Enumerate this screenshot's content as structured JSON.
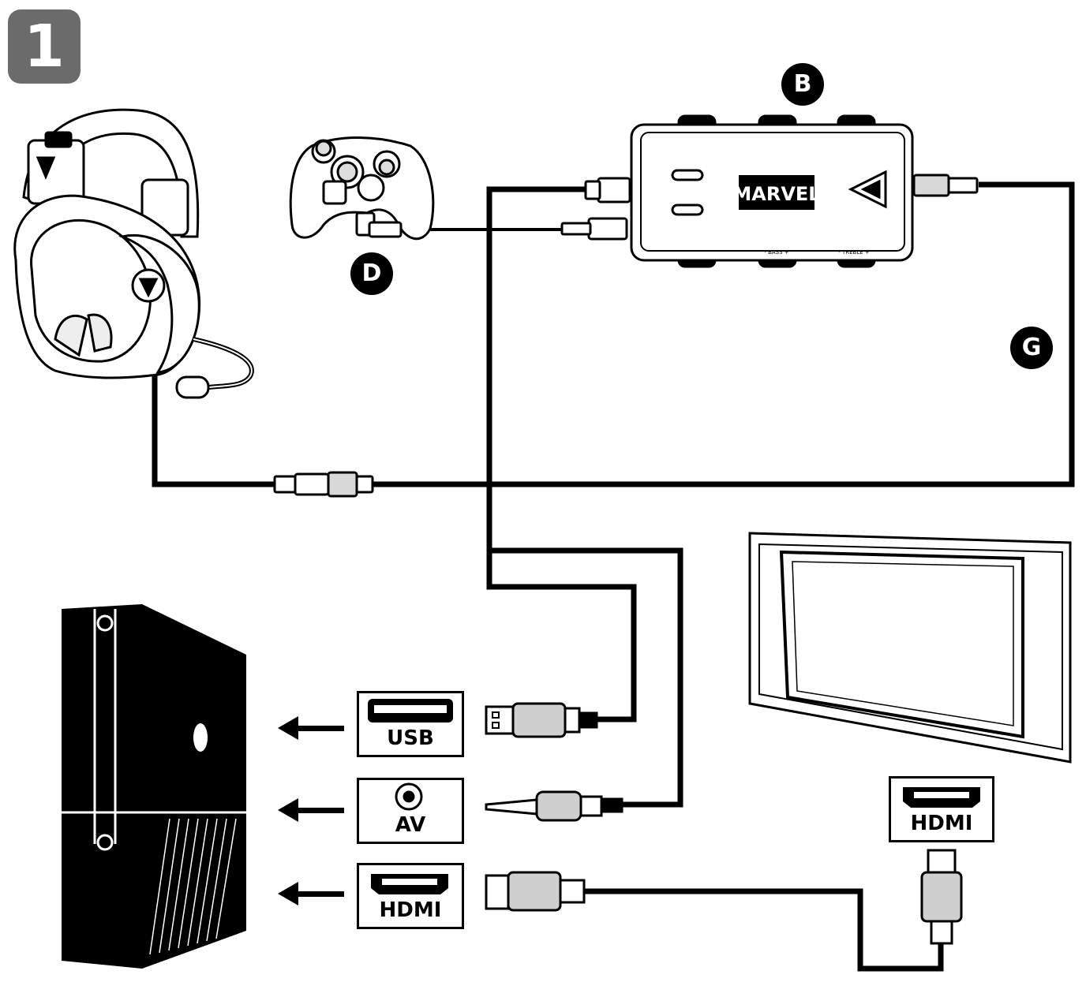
{
  "step": {
    "number": "1"
  },
  "callouts": {
    "b": "B",
    "d": "D",
    "g": "G"
  },
  "amp": {
    "brand": "MARVEL",
    "bass": "- BASS +",
    "treble": "- TREBLE +"
  },
  "console_ports": {
    "usb": "USB",
    "av": "AV",
    "hdmi": "HDMI"
  },
  "tv_ports": {
    "hdmi": "HDMI"
  },
  "colors": {
    "line": "#000000",
    "badge": "#6b6b6b",
    "plug_fill": "#cfcfcf"
  }
}
